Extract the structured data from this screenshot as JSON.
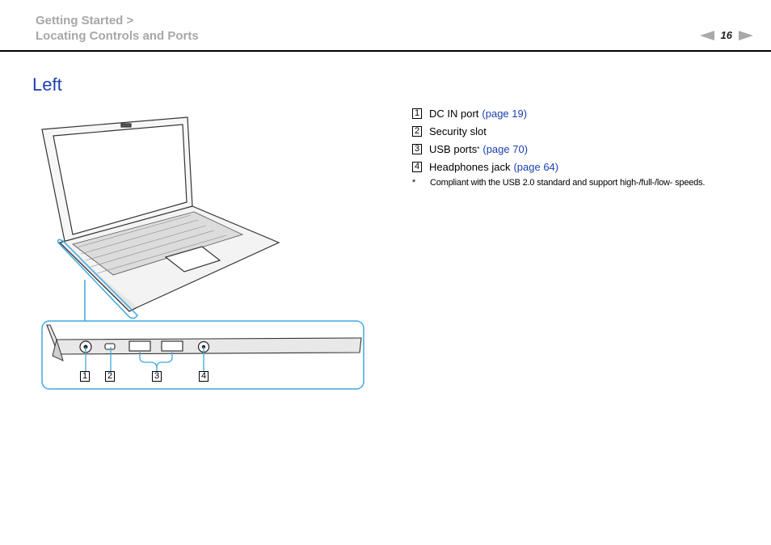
{
  "header": {
    "breadcrumb_line1": "Getting Started >",
    "breadcrumb_line2": "Locating Controls and Ports",
    "page_number": "16"
  },
  "section": {
    "title": "Left"
  },
  "legend": [
    {
      "number": "1",
      "label": "DC IN port",
      "sup": "",
      "link": "(page 19)"
    },
    {
      "number": "2",
      "label": "Security slot",
      "sup": "",
      "link": ""
    },
    {
      "number": "3",
      "label": "USB ports",
      "sup": "*",
      "link": "(page 70)"
    },
    {
      "number": "4",
      "label": "Headphones jack",
      "sup": "",
      "link": "(page 64)"
    }
  ],
  "footnote": {
    "marker": "*",
    "text": "Compliant with the USB 2.0 standard and support high-/full-/low- speeds."
  },
  "callouts": [
    "1",
    "2",
    "3",
    "4"
  ],
  "colors": {
    "accent_blue": "#1a3fb0",
    "callout_blue": "#3fa9e0",
    "header_gray": "#a7a7a7"
  }
}
